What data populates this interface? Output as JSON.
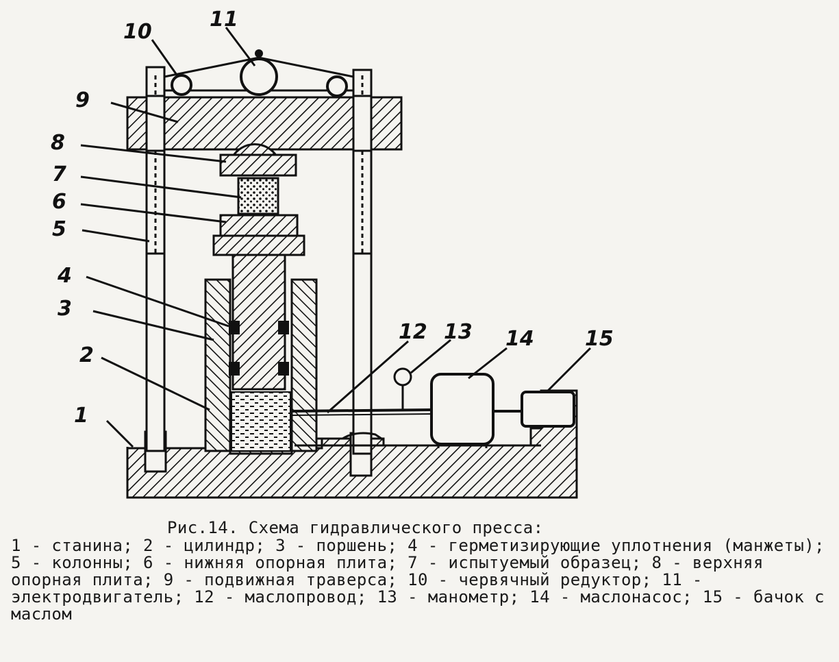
{
  "figure": {
    "callouts": [
      "1",
      "2",
      "3",
      "4",
      "5",
      "6",
      "7",
      "8",
      "9",
      "10",
      "11",
      "12",
      "13",
      "14",
      "15"
    ]
  },
  "caption": {
    "title": "Рис.14. Схема гидравлического пресса:",
    "legend": "1 - станина; 2 - цилиндр; 3 - поршень; 4 - герметизирующие уплотнения (манжеты); 5 - колонны; 6 - нижняя опорная плита; 7 - испытуемый образец; 8 - верхняя опорная плита; 9 - подвижная траверса; 10 - червячный редуктор; 11 - электродвигатель; 12 - маслопровод; 13 - манометр; 14 - маслонасос; 15 - бачок с маслом"
  },
  "colors": {
    "ink": "#111111",
    "paper": "#f5f4f0"
  }
}
